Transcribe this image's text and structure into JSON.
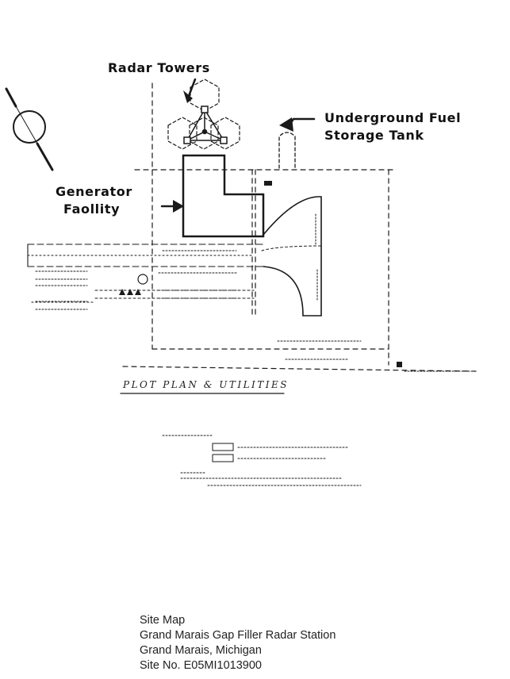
{
  "labels": {
    "radar_towers": "Radar Towers",
    "fuel_tank_line1": "Underground Fuel",
    "fuel_tank_line2": "Storage Tank",
    "generator_line1": "Generator",
    "generator_line2": "Faollity"
  },
  "plot_title": "PLOT PLAN & UTILITIES",
  "caption": {
    "line1": "Site Map",
    "line2": "Grand Marais Gap Filler Radar Station",
    "line3": "Grand Marais, Michigan",
    "line4": "Site No.  E05MI1013900"
  },
  "colors": {
    "ink": "#1a1a1a",
    "paper": "#ffffff"
  }
}
